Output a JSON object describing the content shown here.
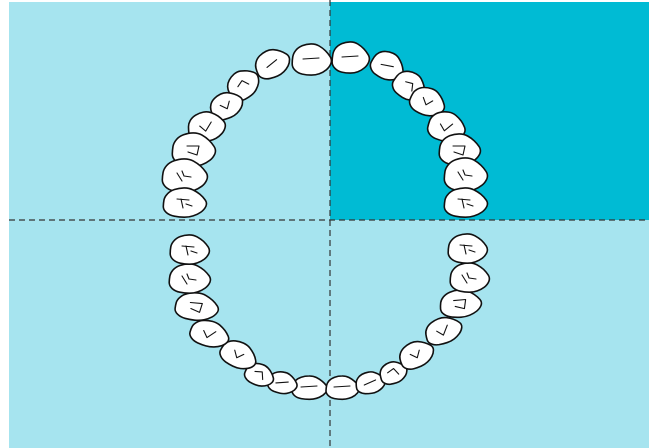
{
  "view": "dental-arch-quadrant-selector",
  "colors": {
    "quadrant_default": "#a6e4ef",
    "quadrant_selected": "#00bbd4",
    "divider": "#333333",
    "tooth_fill": "#ffffff",
    "tooth_stroke": "#111111"
  },
  "quadrants": [
    {
      "id": "upper-left",
      "selected": false
    },
    {
      "id": "upper-right",
      "selected": true
    },
    {
      "id": "lower-left",
      "selected": false
    },
    {
      "id": "lower-right",
      "selected": false
    }
  ],
  "teeth": {
    "upper_left": [
      "central-incisor",
      "lateral-incisor",
      "canine",
      "first-premolar",
      "second-premolar",
      "first-molar",
      "second-molar",
      "third-molar"
    ],
    "upper_right": [
      "central-incisor",
      "lateral-incisor",
      "canine",
      "first-premolar",
      "second-premolar",
      "first-molar",
      "second-molar",
      "third-molar"
    ],
    "lower_left": [
      "central-incisor",
      "lateral-incisor",
      "canine",
      "first-premolar",
      "second-premolar",
      "first-molar",
      "second-molar",
      "third-molar"
    ],
    "lower_right": [
      "central-incisor",
      "lateral-incisor",
      "canine",
      "first-premolar",
      "second-premolar",
      "first-molar",
      "second-molar",
      "third-molar"
    ]
  }
}
